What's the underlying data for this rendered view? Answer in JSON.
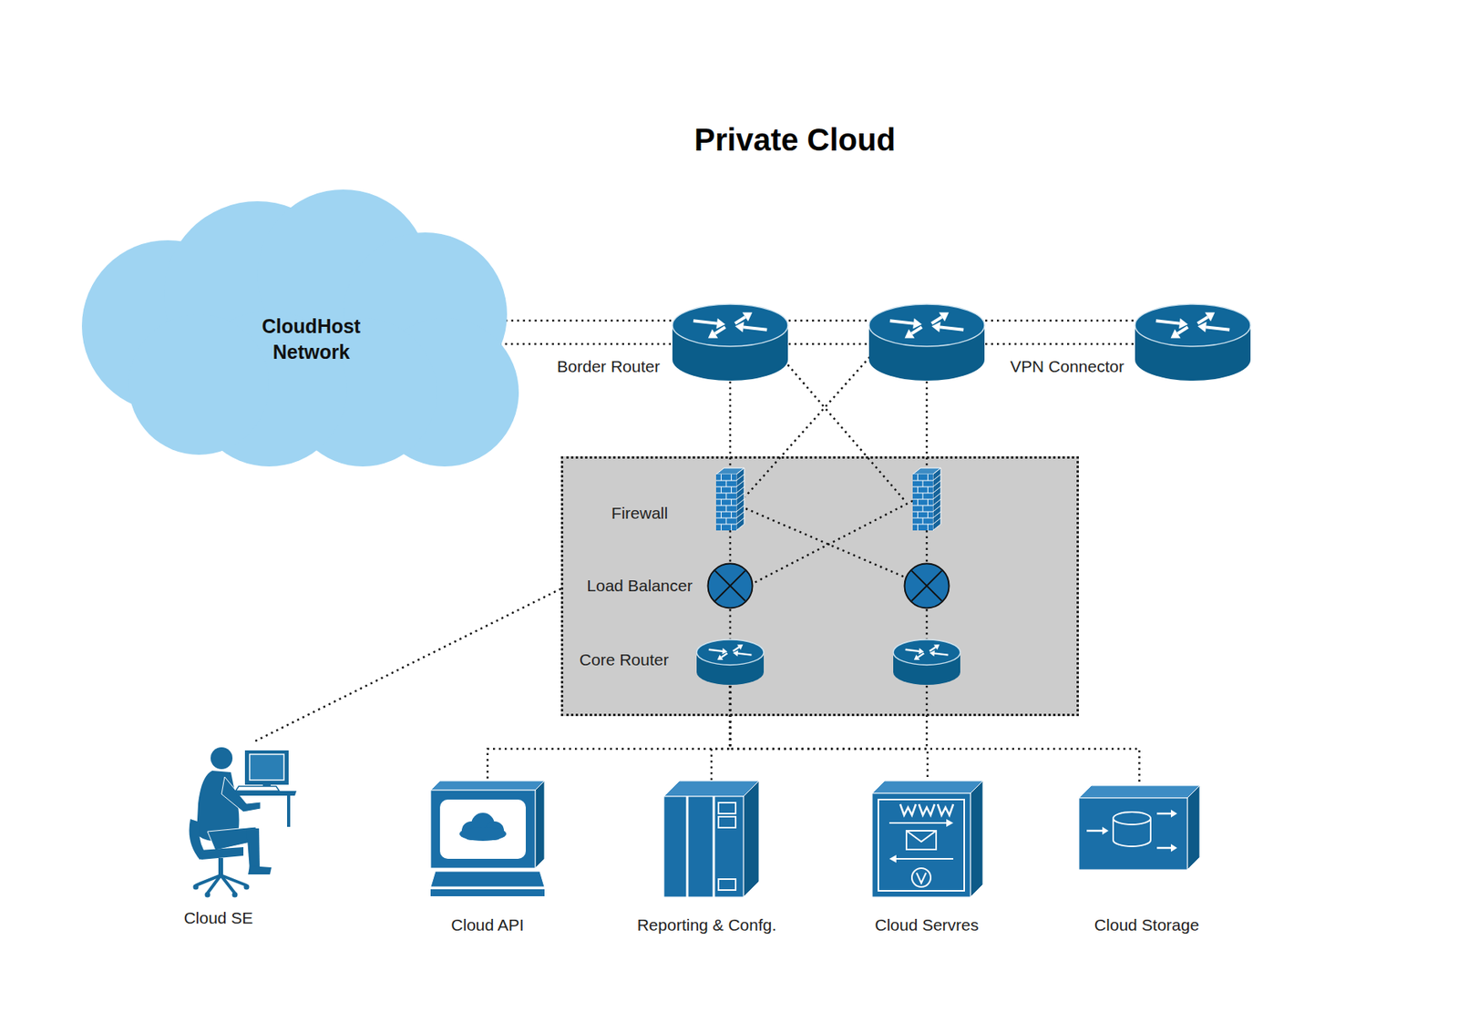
{
  "diagram": {
    "title": "Private Cloud",
    "nodes": [
      {
        "text": [
          "CloudHost Network"
        ]
      },
      {
        "text": [
          "Border Router"
        ]
      },
      {
        "text": [
          "VPN Connector"
        ]
      },
      {
        "text": []
      },
      {
        "text": [
          "Firewall"
        ],
        "in": 3
      },
      {
        "text": [
          "Load Balancer"
        ],
        "in": 3
      },
      {
        "text": [
          "Core Router"
        ],
        "in": 3
      },
      {
        "text": [
          "Cloud SE"
        ]
      },
      {
        "text": [
          "Cloud API"
        ]
      },
      {
        "text": [
          "Reporting & Confg."
        ]
      },
      {
        "text": [
          "Cloud Servres"
        ]
      },
      {
        "text": [
          "Cloud Storage"
        ]
      }
    ],
    "edges": [
      {
        "from": 0,
        "to": 1,
        "arrow": "none"
      },
      {
        "from": 1,
        "to": 4,
        "arrow": "none"
      },
      {
        "from": 4,
        "to": 5,
        "arrow": "none"
      },
      {
        "from": 5,
        "to": 6,
        "arrow": "none"
      },
      {
        "from": 6,
        "to": 8,
        "arrow": "none"
      },
      {
        "from": 6,
        "to": 9,
        "arrow": "none"
      },
      {
        "from": 6,
        "to": 10,
        "arrow": "none"
      },
      {
        "from": 6,
        "to": 11,
        "arrow": "none"
      },
      {
        "from": 7,
        "to": 3,
        "arrow": "none"
      }
    ]
  }
}
